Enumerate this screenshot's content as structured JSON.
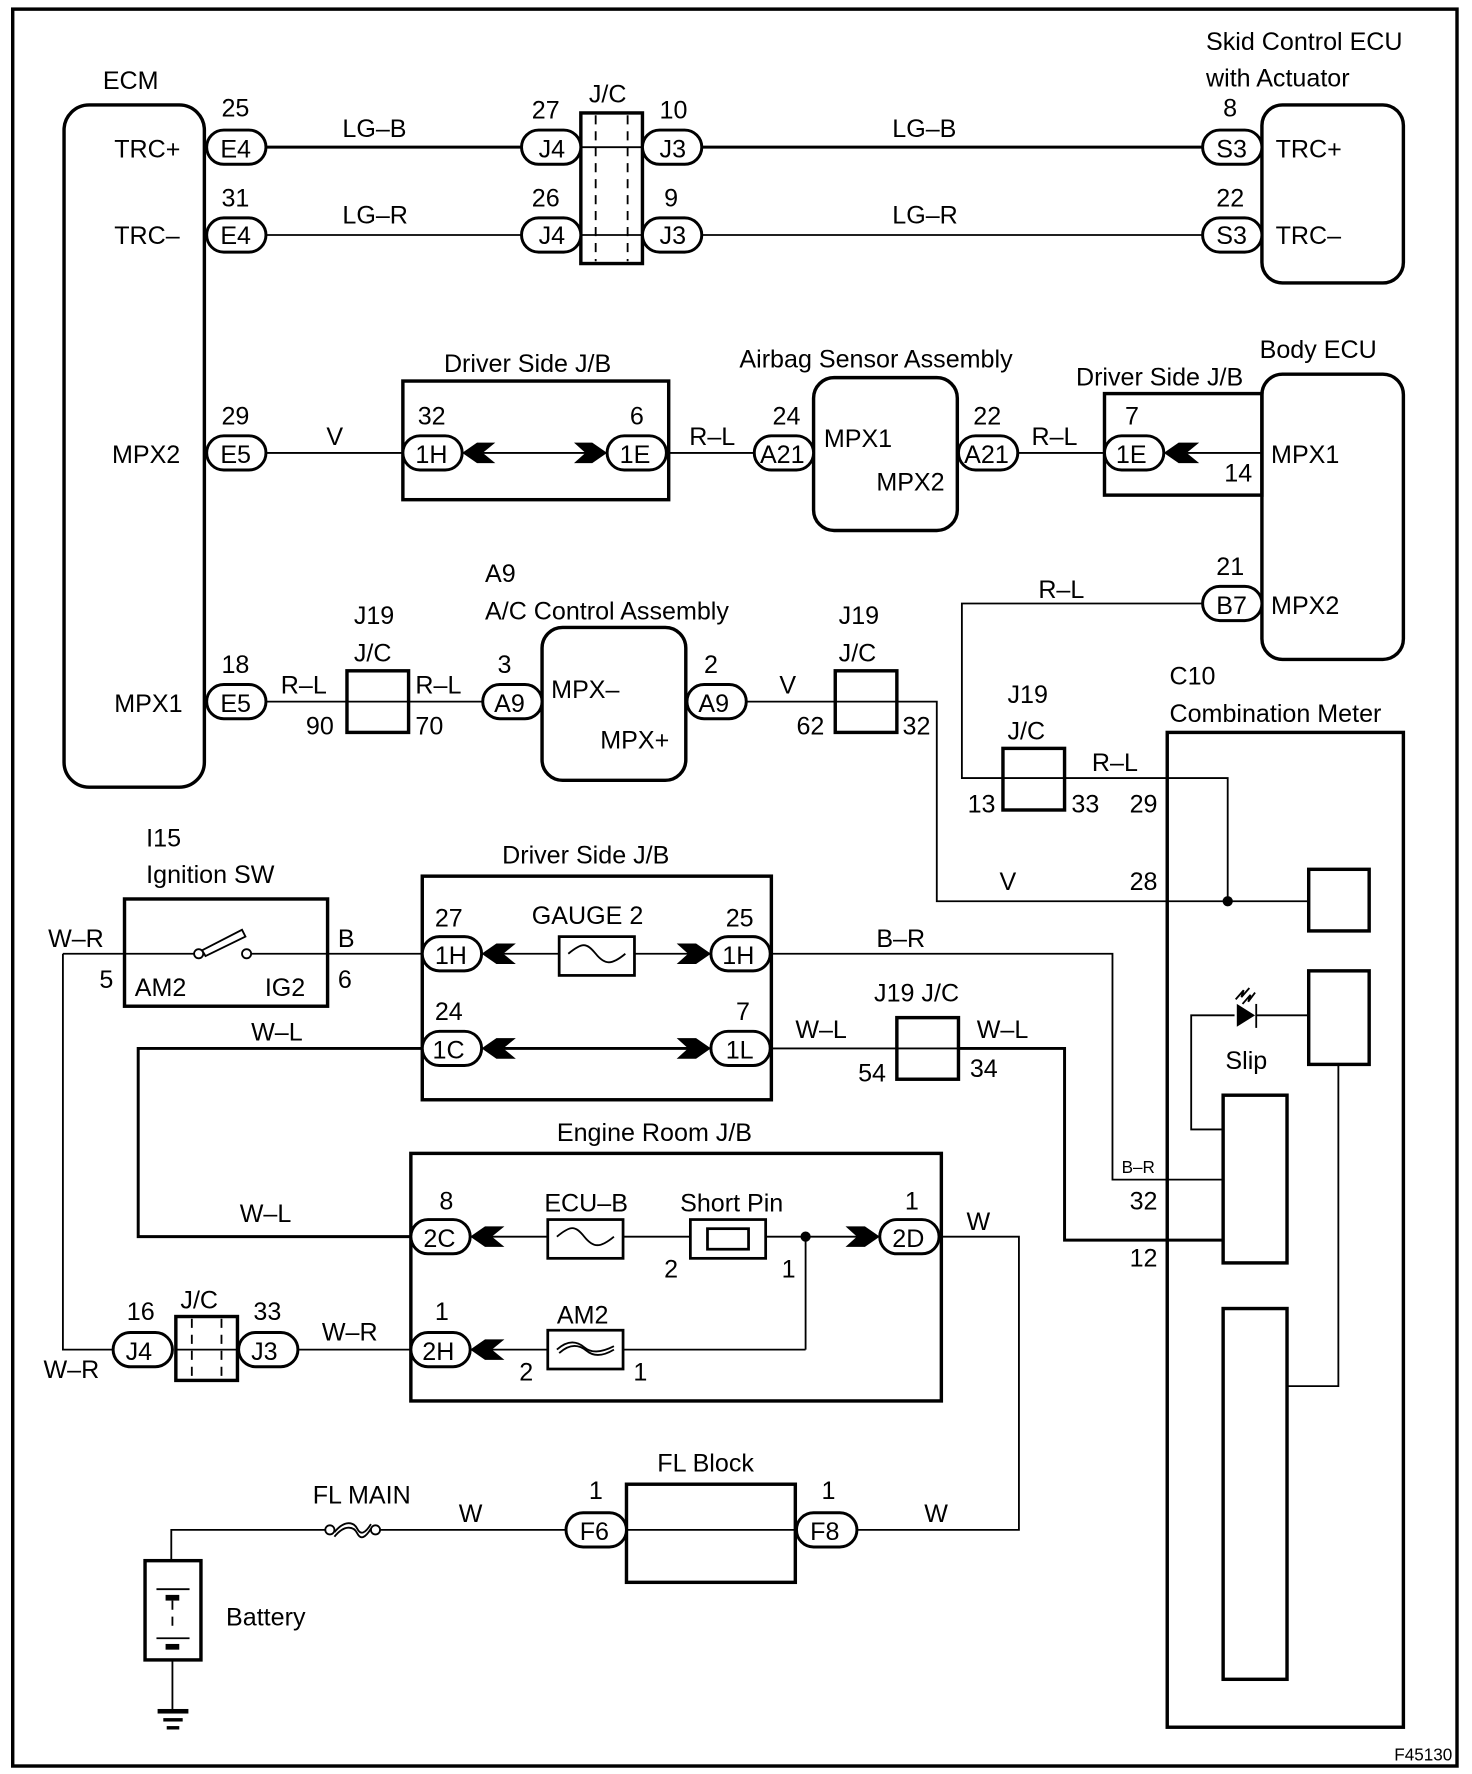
{
  "figure_id": "F45130",
  "components": {
    "ecm": {
      "name": "ECM",
      "pins": [
        "TRC+",
        "TRC–",
        "MPX2",
        "MPX1"
      ]
    },
    "skid": {
      "name_line1": "Skid Control ECU",
      "name_line2": "with Actuator",
      "pins": [
        "TRC+",
        "TRC–"
      ]
    },
    "jc_top": {
      "name": "J/C"
    },
    "dsjb1": {
      "name": "Driver Side J/B"
    },
    "airbag": {
      "name": "Airbag Sensor Assembly",
      "pins": [
        "MPX1",
        "MPX2"
      ]
    },
    "dsjb2": {
      "name": "Driver Side J/B"
    },
    "body_ecu": {
      "name": "Body ECU",
      "pins": [
        "MPX1",
        "MPX2"
      ]
    },
    "ac": {
      "code": "A9",
      "name": "A/C Control Assembly",
      "pins": [
        "MPX–",
        "MPX+"
      ]
    },
    "j19_left": {
      "code": "J19",
      "name": "J/C"
    },
    "j19_mid": {
      "code": "J19",
      "name": "J/C"
    },
    "j19_right": {
      "code": "J19",
      "name": "J/C"
    },
    "combo": {
      "code": "C10",
      "name": "Combination Meter",
      "slip_label": "Slip"
    },
    "ign": {
      "code": "I15",
      "name": "Ignition SW",
      "pins": [
        "AM2",
        "IG2"
      ]
    },
    "dsjb3": {
      "name": "Driver Side J/B",
      "fuse": "GAUGE 2"
    },
    "j19_wl": {
      "name": "J19 J/C"
    },
    "erjb": {
      "name": "Engine Room J/B",
      "fuse1": "ECU–B",
      "short_pin": "Short Pin",
      "fuse2": "AM2"
    },
    "jc_bottom": {
      "name": "J/C"
    },
    "fl_main": {
      "name": "FL MAIN"
    },
    "fl_block": {
      "name": "FL Block"
    },
    "battery": {
      "name": "Battery"
    }
  },
  "connectors": {
    "ecm_e4_a": {
      "code": "E4",
      "pin": "25"
    },
    "ecm_e4_b": {
      "code": "E4",
      "pin": "31"
    },
    "ecm_e5_a": {
      "code": "E5",
      "pin": "29"
    },
    "ecm_e5_b": {
      "code": "E5",
      "pin": "18"
    },
    "jc_j4_a": {
      "code": "J4",
      "pin": "27"
    },
    "jc_j4_b": {
      "code": "J4",
      "pin": "26"
    },
    "jc_j3_a": {
      "code": "J3",
      "pin": "10"
    },
    "jc_j3_b": {
      "code": "J3",
      "pin": "9"
    },
    "skid_s3_a": {
      "code": "S3",
      "pin": "8"
    },
    "skid_s3_b": {
      "code": "S3",
      "pin": "22"
    },
    "dsjb_1h": {
      "code": "1H",
      "pin": "32"
    },
    "dsjb_1e": {
      "code": "1E",
      "pin": "6"
    },
    "airbag_a21_a": {
      "code": "A21",
      "pin": "24"
    },
    "airbag_a21_b": {
      "code": "A21",
      "pin": "22"
    },
    "dsjb2_1e": {
      "code": "1E",
      "pin": "7",
      "inner_pin": "14"
    },
    "body_b7": {
      "code": "B7",
      "pin": "21"
    },
    "ac_a9_a": {
      "code": "A9",
      "pin": "3"
    },
    "ac_a9_b": {
      "code": "A9",
      "pin": "2"
    },
    "j19_left_pins": [
      "90",
      "70"
    ],
    "j19_mid_pins": [
      "62",
      "32"
    ],
    "j19_right_pins": [
      "13",
      "33"
    ],
    "combo_pins": [
      "29",
      "28",
      "32",
      "12"
    ],
    "ign_pins": [
      "5",
      "6"
    ],
    "dsjb3_1h_a": {
      "code": "1H",
      "pin": "27"
    },
    "dsjb3_1h_b": {
      "code": "1H",
      "pin": "25"
    },
    "dsjb3_1c": {
      "code": "1C",
      "pin": "24"
    },
    "dsjb3_1l": {
      "code": "1L",
      "pin": "7"
    },
    "j19_wl_pins": [
      "54",
      "34"
    ],
    "erjb_2c": {
      "code": "2C",
      "pin": "8"
    },
    "erjb_2d": {
      "code": "2D",
      "pin": "1"
    },
    "erjb_2h": {
      "code": "2H",
      "pin": "1"
    },
    "short_pin_terms": [
      "2",
      "1"
    ],
    "am2_terms": [
      "2",
      "1"
    ],
    "jcb_j4": {
      "code": "J4",
      "pin": "16"
    },
    "jcb_j3": {
      "code": "J3",
      "pin": "33"
    },
    "fl_f6": {
      "code": "F6",
      "pin": "1"
    },
    "fl_f8": {
      "code": "F8",
      "pin": "1"
    }
  },
  "wire_colors": {
    "trc_plus_left": "LG–B",
    "trc_plus_right": "LG–B",
    "trc_minus_left": "LG–R",
    "trc_minus_right": "LG–R",
    "mpx2_ecm": "V",
    "airbag_in": "R–L",
    "airbag_out": "R–L",
    "body_b7": "R–L",
    "ecm_mpx1_a": "R–L",
    "ecm_mpx1_b": "R–L",
    "ac_out": "V",
    "j19r_out": "R–L",
    "combo_28": "V",
    "ign_in": "W–R",
    "ign_out": "B",
    "gauge_out": "B–R",
    "wl_left": "W–L",
    "wl_mid": "W–L",
    "wl_right": "W–L",
    "combo_32": "B–R",
    "erjb_wl": "W–L",
    "erjb_2d_out": "W",
    "erjb_wr": "W–R",
    "jcb_left": "W–R",
    "fl_main_out": "W",
    "fl_f8_out": "W"
  }
}
